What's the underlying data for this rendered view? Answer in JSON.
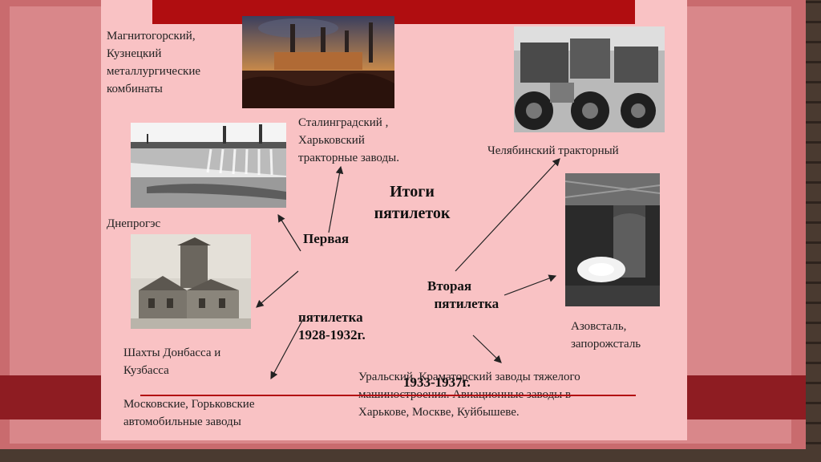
{
  "slide": {
    "title": "Итоги\nпятилеток",
    "first_plan": {
      "label_top": "Первая",
      "label_bottom": "пятилетка\n1928-1932г."
    },
    "second_plan": {
      "label": "Вторая\n  пятилетка",
      "years": "1933-1937г."
    },
    "captions": {
      "magnitogorsk": "Магнитогорский,\nКузнецкий\nметаллургические\nкомбинаты",
      "stalingrad": "Сталинградский ,\nХарьковский\nтракторные заводы.",
      "dneproges": "Днепрогэс",
      "donbass": "Шахты Донбасса и\nКузбасса",
      "moscow_auto": "Московские, Горьковские\nавтомобильные заводы",
      "chelyabinsk": "Челябинский тракторный",
      "azovstal": "Азовсталь,\nзапорожсталь",
      "ural": "Уральский, Краматорский заводы тяжелого\nмашиностроения. Авиационные заводы в\nХарькове, Москве, Куйбышеве."
    },
    "photos": {
      "factory": "factory-smokestacks-photo",
      "dam": "dam-photo",
      "mine": "mine-building-photo",
      "tractors": "tractors-photo",
      "steel": "steel-mill-photo"
    }
  }
}
